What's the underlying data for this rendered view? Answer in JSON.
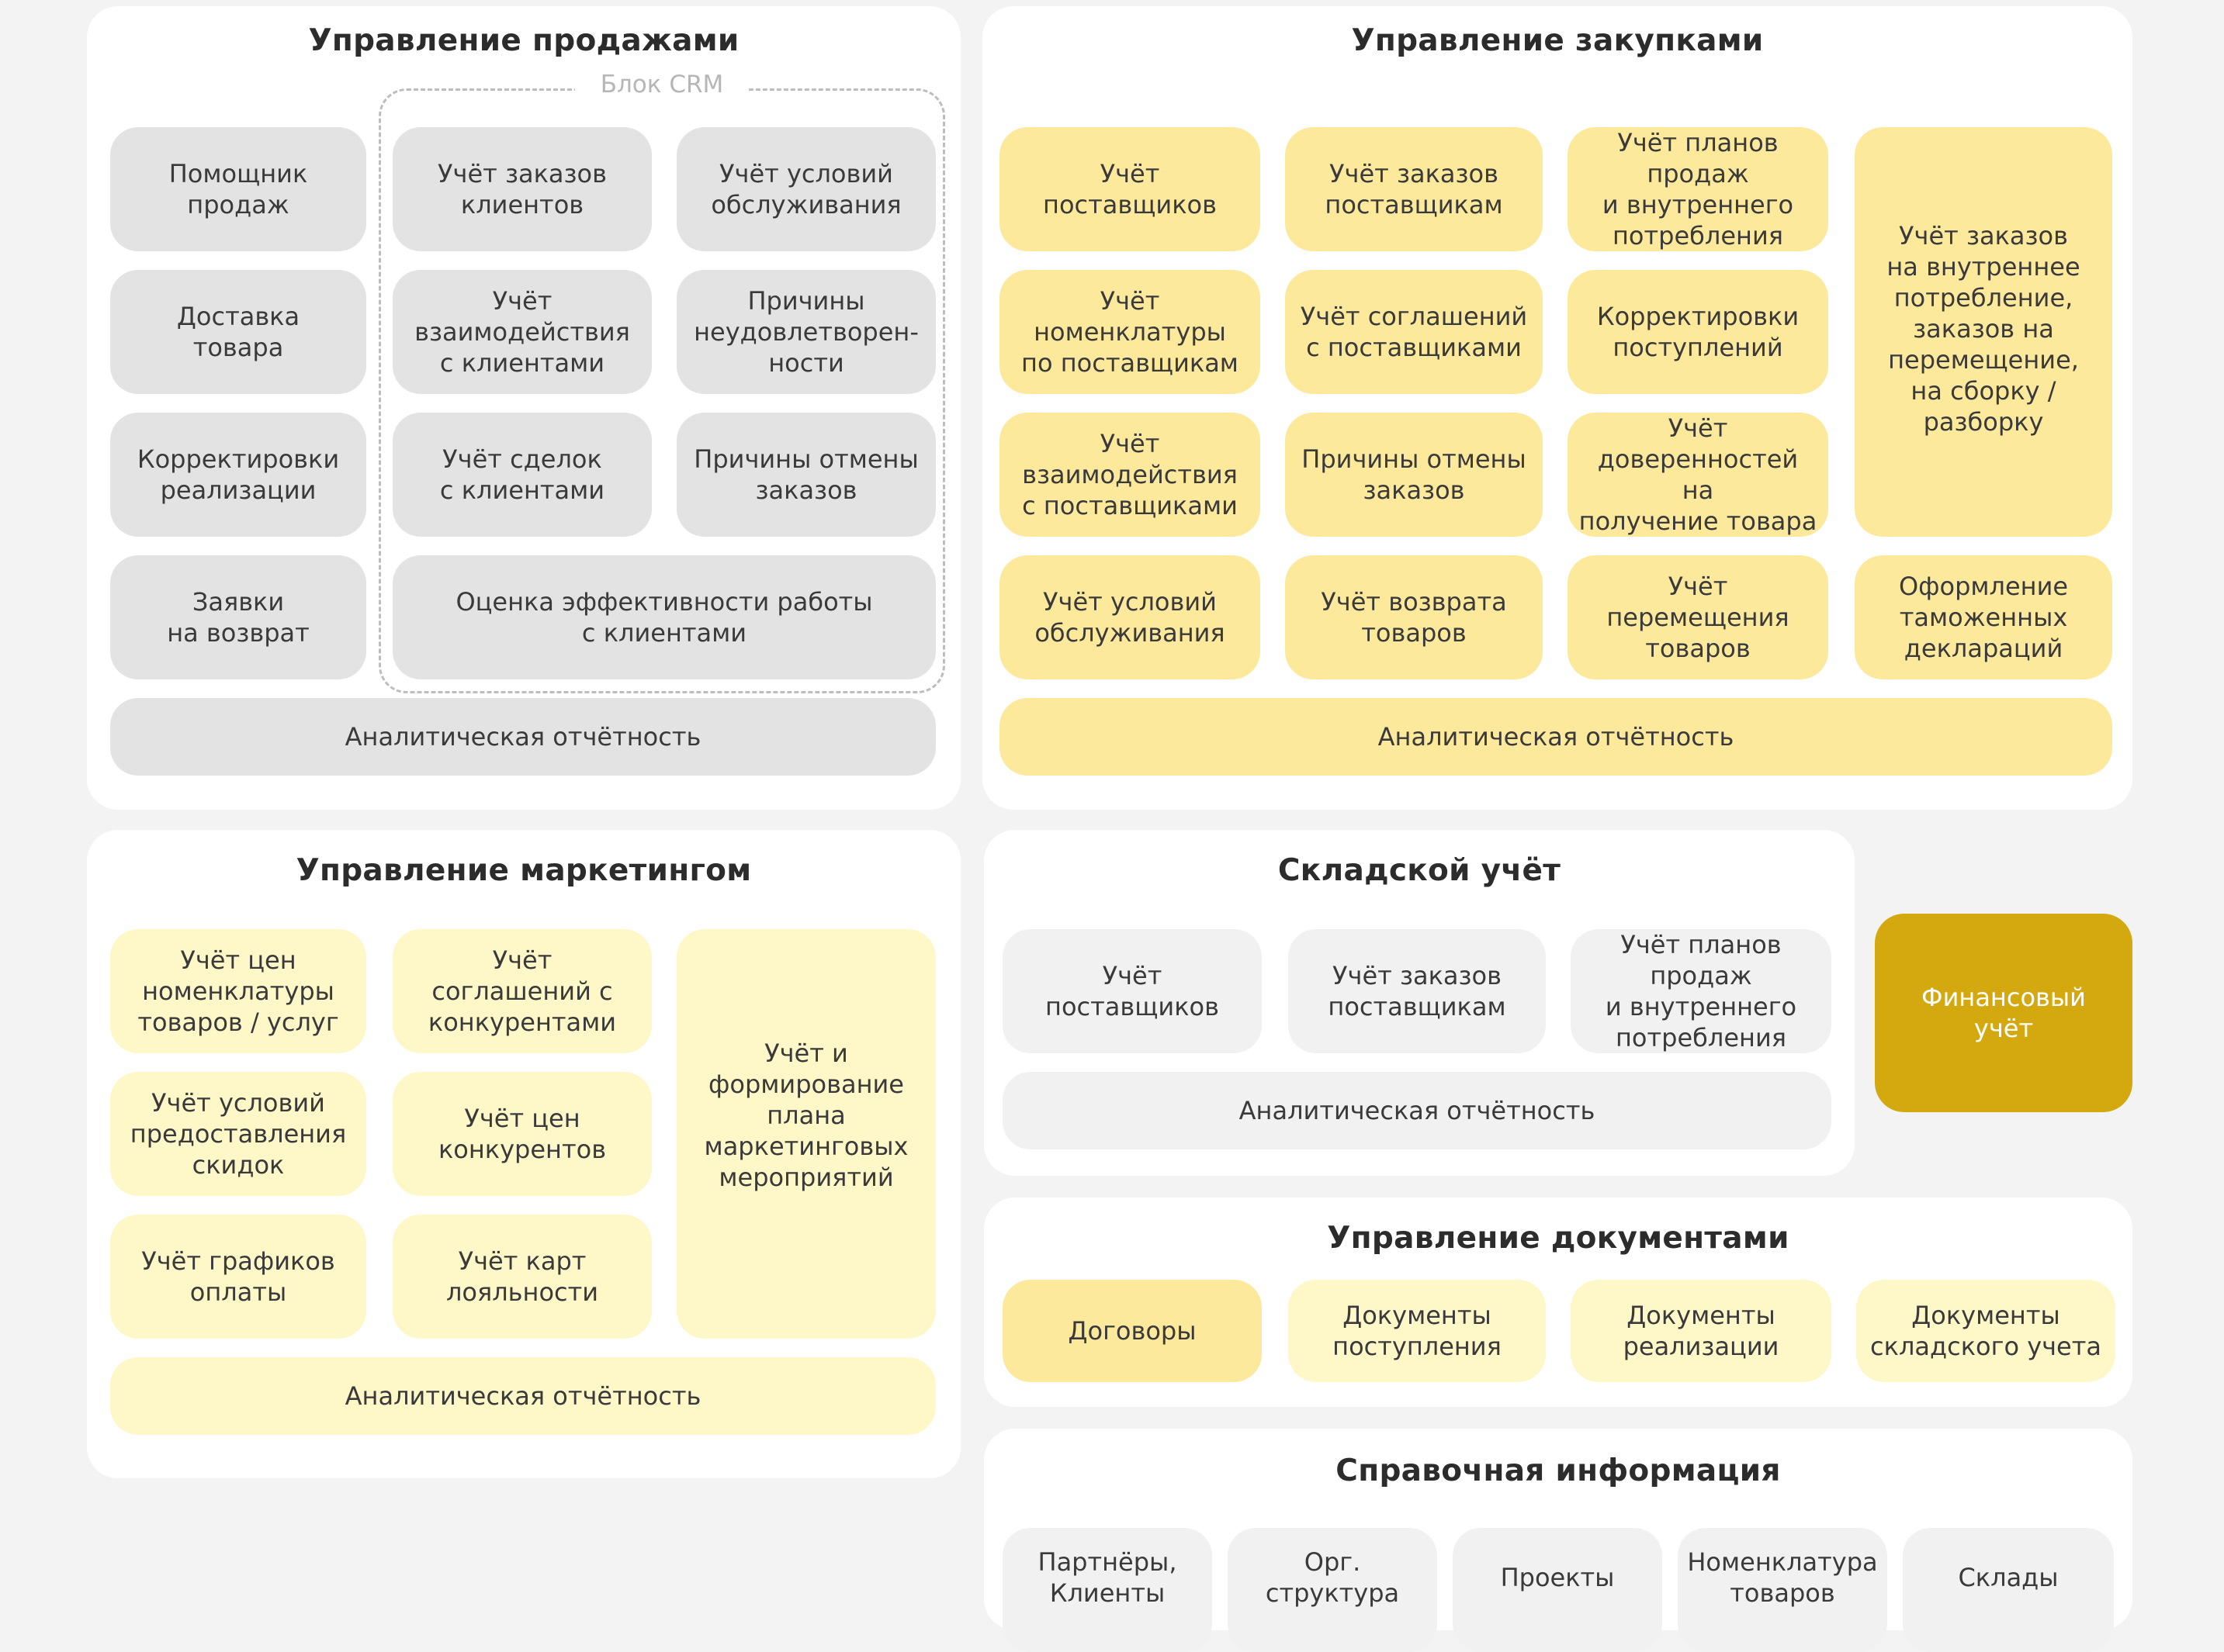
{
  "sales": {
    "title": "Управление продажами",
    "crm_label": "Блок CRM",
    "assistant": "Помощник\nпродаж",
    "orders": "Учёт заказов\nклиентов",
    "service": "Учёт условий\nобслуживания",
    "delivery": "Доставка\nтовара",
    "interaction": "Учёт\nвзаимодействия\nс клиентами",
    "dissatisfaction": "Причины\nнеудовлетворен-\nности",
    "corrections": "Корректировки\nреализации",
    "deals": "Учёт сделок\nс клиентами",
    "cancel": "Причины отмены\nзаказов",
    "returns": "Заявки\nна возврат",
    "efficiency": "Оценка эффективности работы\nс клиентами",
    "analytics": "Аналитическая отчётность"
  },
  "purchases": {
    "title": "Управление закупками",
    "suppliers": "Учёт\nпоставщиков",
    "supplier_orders": "Учёт заказов\nпоставщикам",
    "plans": "Учёт планов\nпродаж\nи внутреннего\nпотребления",
    "internal_orders": "Учёт заказов\nна внутреннее\nпотребление,\nзаказов на\nперемещение,\nна сборку /\nразборку",
    "nomenclature": "Учёт\nноменклатуры\nпо поставщикам",
    "agreements": "Учёт соглашений\nс поставщиками",
    "receipt_corrections": "Корректировки\nпоступлений",
    "interaction": "Учёт\nвзаимодействия\nс поставщиками",
    "cancel": "Причины отмены\nзаказов",
    "proxies": "Учёт\nдоверенностей на\nполучение товара",
    "service": "Учёт условий\nобслуживания",
    "returns": "Учёт возврата\nтоваров",
    "transfers": "Учёт\nперемещения\nтоваров",
    "customs": "Оформление\nтаможенных\nдеклараций",
    "analytics": "Аналитическая отчётность"
  },
  "marketing": {
    "title": "Управление маркетингом",
    "prices": "Учёт цен\nноменклатуры\nтоваров / услуг",
    "competitor_agreements": "Учёт\nсоглашений с\nконкурентами",
    "plan": "Учёт и\nформирование\nплана\nмаркетинговых\nмероприятий",
    "discounts": "Учёт условий\nпредоставления\nскидок",
    "competitor_prices": "Учёт цен\nконкурентов",
    "payment_schedules": "Учёт графиков\nоплаты",
    "loyalty": "Учёт карт\nлояльности",
    "analytics": "Аналитическая отчётность"
  },
  "warehouse": {
    "title": "Складской учёт",
    "suppliers": "Учёт\nпоставщиков",
    "supplier_orders": "Учёт заказов\nпоставщикам",
    "plans": "Учёт планов\nпродаж\nи внутреннего\nпотребления",
    "analytics": "Аналитическая отчётность"
  },
  "finance": {
    "label": "Финансовый\nучёт"
  },
  "documents": {
    "title": "Управление документами",
    "contracts": "Договоры",
    "receipts": "Документы\nпоступления",
    "sales": "Документы\nреализации",
    "warehouse": "Документы\nскладского учета"
  },
  "reference": {
    "title": "Справочная информация",
    "partners": "Партнёры,\nКлиенты",
    "org": "Орг.\nструктура",
    "projects": "Проекты",
    "nomenclature": "Номенклатура\nтоваров",
    "warehouses": "Склады"
  },
  "colors": {
    "gray": "#e3e3e3",
    "yellow": "#fde99b",
    "light_yellow": "#fef7c8",
    "light_gray": "#f1f1f1",
    "gold": "#d4a90f"
  }
}
